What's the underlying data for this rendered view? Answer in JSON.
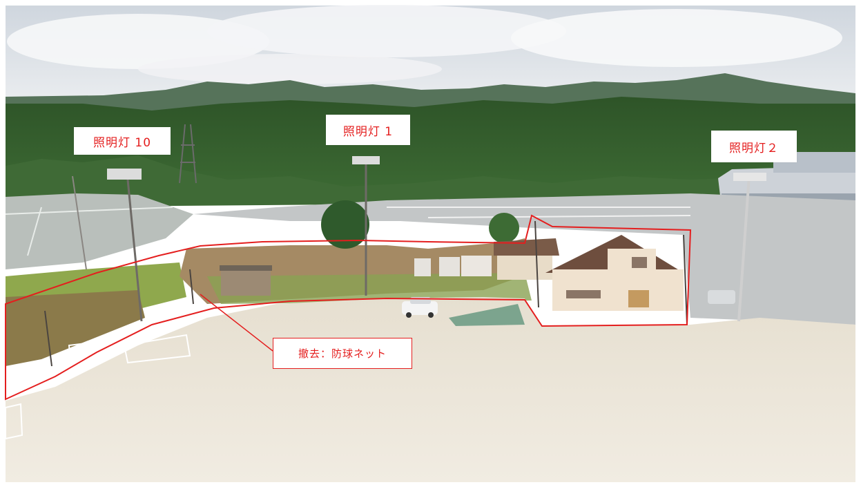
{
  "photo": {
    "labels": {
      "light_10": "照明灯 10",
      "light_1": "照明灯 1",
      "light_2": "照明灯２",
      "removal": "撤去：防球ネット"
    },
    "colors": {
      "annotation": "#e41e1e",
      "label_background": "#ffffff",
      "sky": "#dfe4ea",
      "mountains": "#4a6b4f",
      "forest": "#2f5a2c",
      "ground": "#e9e3d6"
    }
  }
}
